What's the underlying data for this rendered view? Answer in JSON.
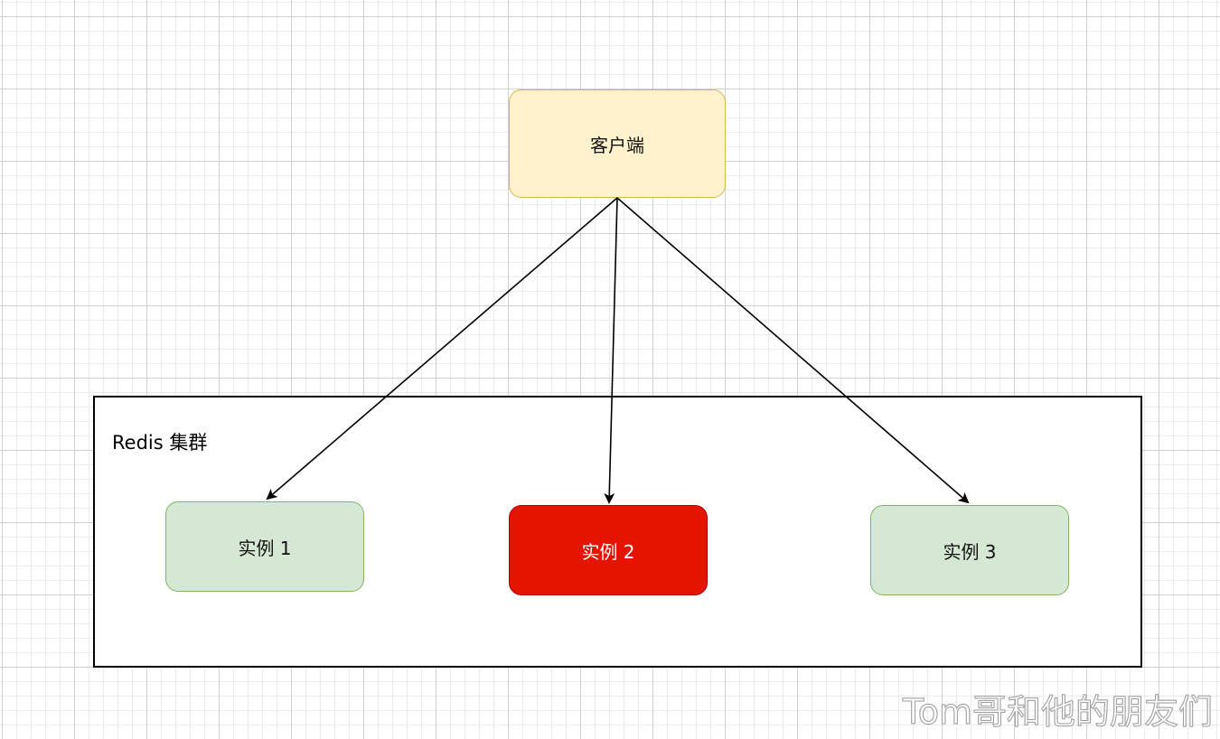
{
  "diagram": {
    "client_label": "客户端",
    "cluster_label": "Redis 集群",
    "instances": [
      {
        "label": "实例 1",
        "status": "normal"
      },
      {
        "label": "实例 2",
        "status": "failed"
      },
      {
        "label": "实例 3",
        "status": "normal"
      }
    ],
    "edges": [
      {
        "from": "客户端",
        "to": "实例 1"
      },
      {
        "from": "客户端",
        "to": "实例 2"
      },
      {
        "from": "客户端",
        "to": "实例 3"
      }
    ],
    "colors": {
      "client_fill": "#fff2cc",
      "client_stroke": "#d6b656",
      "instance_fill": "#d5e8d4",
      "instance_stroke": "#82b366",
      "failed_fill": "#e51400",
      "failed_stroke": "#b20000"
    }
  },
  "watermark": "Tom哥和他的朋友们"
}
